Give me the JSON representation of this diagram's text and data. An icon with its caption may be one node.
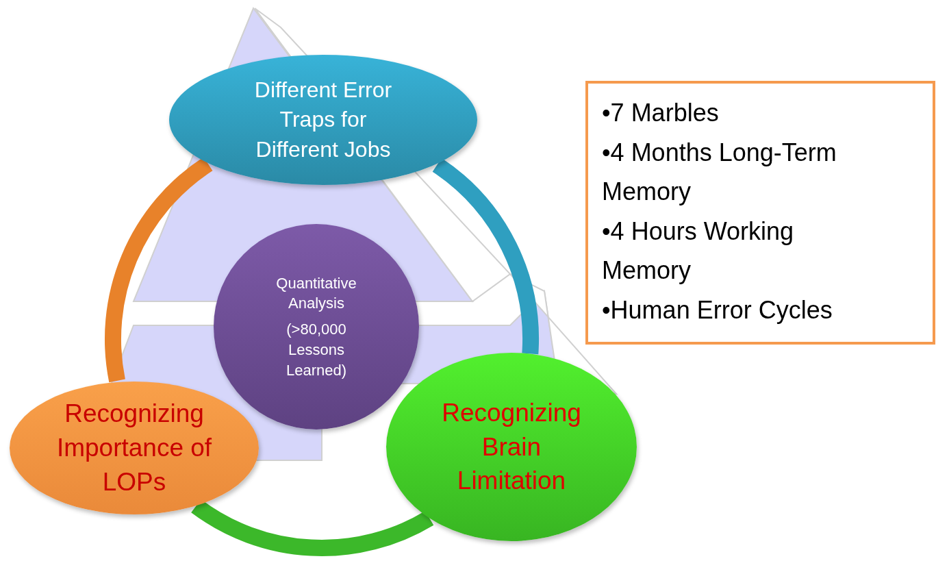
{
  "diagram": {
    "nodes": [
      {
        "text": [
          "Different Error Traps for Different Jobs"
        ]
      },
      {
        "text": [
          "Quantitative Analysis",
          "(>80,000 Lessons Learned)"
        ]
      },
      {
        "text": [
          "Recognizing Importance of LOPs"
        ]
      },
      {
        "text": [
          "Recognizing Brain Limitation"
        ]
      },
      {
        "text": [
          "•7 Marbles",
          "•4 Months Long-Term Memory",
          "•4 Hours Working Memory",
          "•Human Error Cycles"
        ]
      }
    ],
    "edges": [
      {
        "from": 0,
        "to": 3,
        "arrow": "none",
        "color": "#2f9fc0"
      },
      {
        "from": 3,
        "to": 2,
        "arrow": "none",
        "color": "#3cb82a"
      },
      {
        "from": 2,
        "to": 0,
        "arrow": "none",
        "color": "#e8822a"
      }
    ]
  }
}
